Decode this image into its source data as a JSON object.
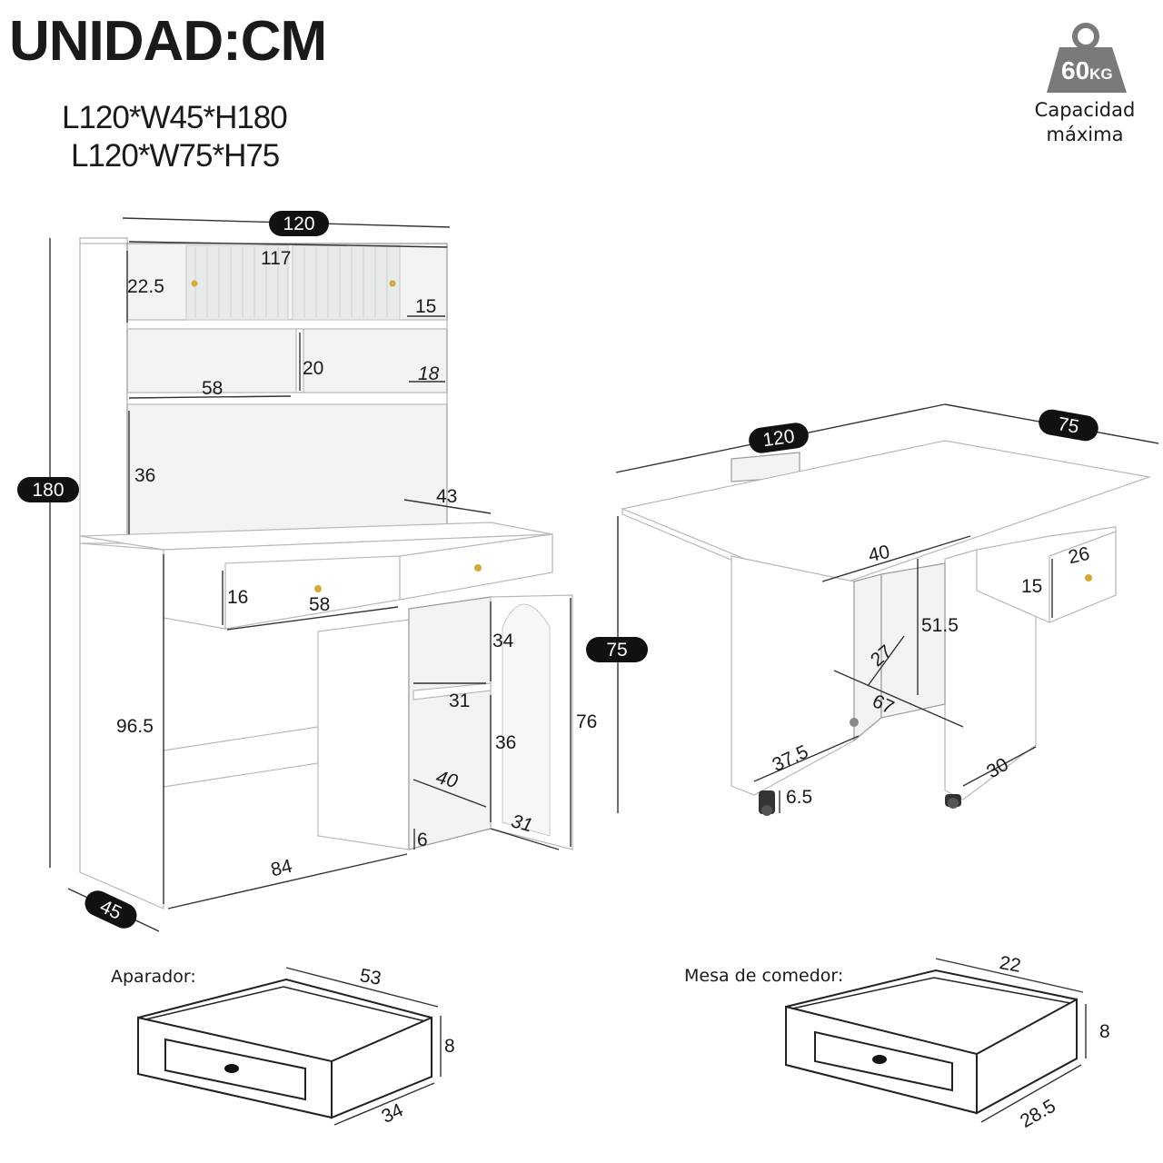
{
  "header": {
    "title": "UNIDAD:CM",
    "dims_line1": "L120*W45*H180",
    "dims_line2": "L120*W75*H75"
  },
  "capacity": {
    "weight": "60",
    "unit": "KG",
    "line1": "Capacidad",
    "line2": "máxima"
  },
  "cabinet": {
    "width": "120",
    "height": "180",
    "depth": "45",
    "top_inner": "117",
    "top_shelf_h": "22.5",
    "top_right": "15",
    "mid_h": "20",
    "mid_w": "58",
    "mid_right": "18",
    "open_h": "36",
    "desk_depth": "43",
    "drawer_h": "16",
    "drawer_w": "58",
    "leg_h": "96.5",
    "base_w": "84",
    "door_top_h": "34",
    "door_shelf_w": "31",
    "door_low_h": "36",
    "door_bottom_w": "40",
    "door_gap": "6",
    "door_width": "31",
    "door_height": "76"
  },
  "table": {
    "length": "120",
    "width": "75",
    "height": "75",
    "leaf": "40",
    "drawer_w": "26",
    "drawer_h": "15",
    "inner_h": "51.5",
    "inner_d": "27",
    "inner_w": "67",
    "leg_w": "37.5",
    "caster": "6.5",
    "side_w": "30"
  },
  "drawers": {
    "aparador_label": "Aparador:",
    "aparador_len": "53",
    "aparador_h": "8",
    "aparador_d": "34",
    "mesa_label": "Mesa de comedor:",
    "mesa_len": "22",
    "mesa_h": "8",
    "mesa_d": "28.5"
  }
}
